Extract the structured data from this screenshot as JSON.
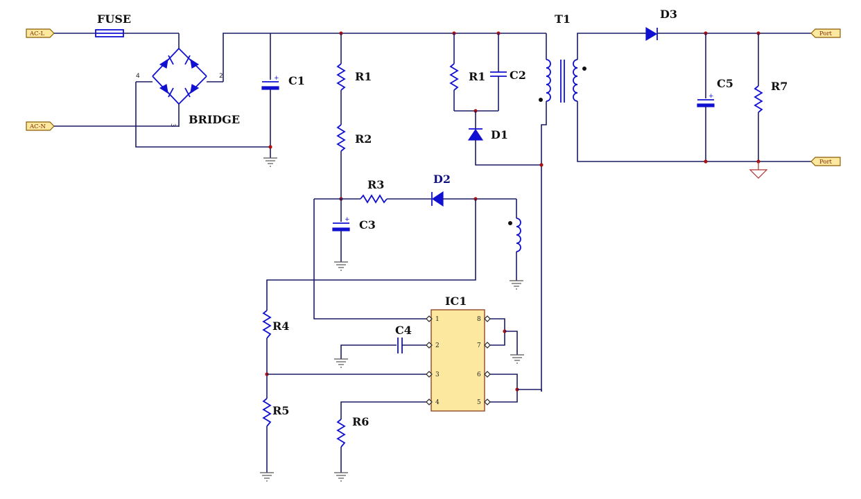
{
  "ports": {
    "ac_l": "AC-L",
    "ac_n": "AC-N",
    "out_top": "Port",
    "out_bottom": "Port"
  },
  "labels": {
    "fuse": "FUSE",
    "bridge": "BRIDGE",
    "c1": "C1",
    "c2": "C2",
    "c3": "C3",
    "c4": "C4",
    "c5": "C5",
    "r1": "R1",
    "r1_snubber": "R1",
    "r2": "R2",
    "r3": "R3",
    "r4": "R4",
    "r5": "R5",
    "r6": "R6",
    "r7": "R7",
    "d1": "D1",
    "d2": "D2",
    "d3": "D3",
    "t1": "T1",
    "ic1": "IC1"
  },
  "bridge_pins": {
    "p4": "4",
    "p2": "2",
    "p3": "3"
  },
  "ic1_pins": {
    "p1": "1",
    "p2": "2",
    "p3": "3",
    "p4": "4",
    "p5": "5",
    "p6": "6",
    "p7": "7",
    "p8": "8"
  },
  "colors": {
    "wire": "#1a1a66",
    "component": "#1010d0",
    "junction": "#aa1111",
    "ic_body": "#fde8a0"
  }
}
